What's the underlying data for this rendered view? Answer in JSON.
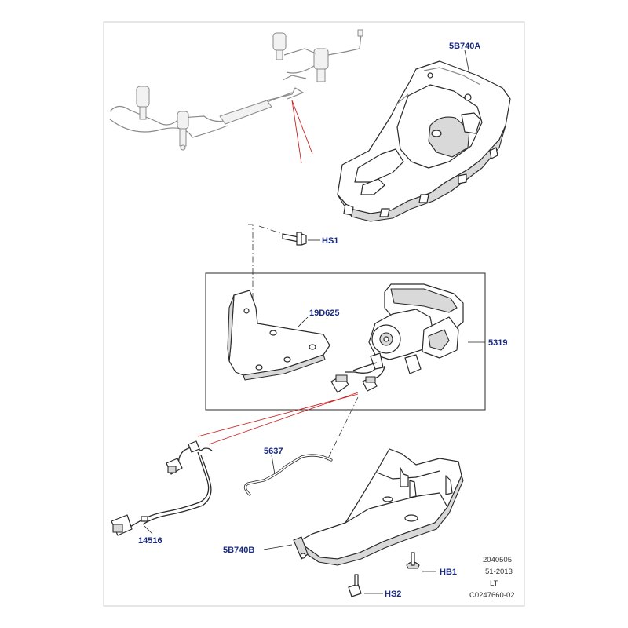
{
  "callouts": {
    "cover_top": "5B740A",
    "bolt_hs1": "HS1",
    "bracket": "19D625",
    "compressor": "5319",
    "pipe": "5637",
    "harness": "14516",
    "cover_bottom": "5B740B",
    "clip_hb1": "HB1",
    "bolt_hs2": "HS2"
  },
  "footer": {
    "line1": "2040505",
    "line2": "51-2013",
    "line3": "LT",
    "line4": "C0247660-02"
  }
}
